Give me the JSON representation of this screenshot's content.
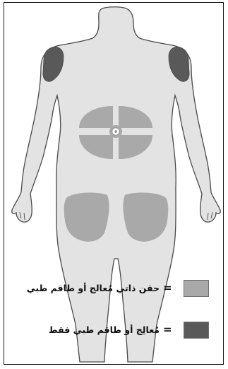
{
  "legend": {
    "items": [
      {
        "label": "حقن ذاتي مُعالج أو طاقم طبي",
        "separator": "=",
        "color": "#a9a9a9",
        "meaning": "self-injection-or-caregiver"
      },
      {
        "label": "مُعالِج أو طاقم طبي فقط",
        "separator": "=",
        "color": "#595959",
        "meaning": "caregiver-only"
      }
    ]
  },
  "colors": {
    "body_fill": "#e3e3e3",
    "body_outline": "#4a4a4a",
    "light_zone": "#a9a9a9",
    "dark_zone": "#595959",
    "frame": "#1a1a1a"
  },
  "icons": {
    "body": "human-body-back-silhouette",
    "abdomen": "abdomen-injection-zone",
    "thighs": "thigh-injection-zones",
    "upper_arms": "upper-arm-injection-zones"
  }
}
